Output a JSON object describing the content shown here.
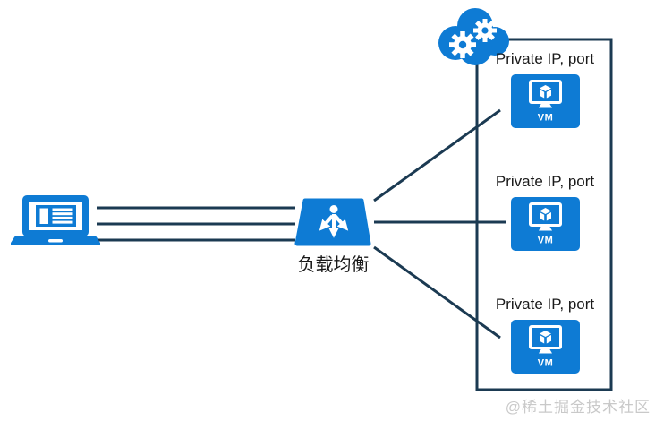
{
  "diagram": {
    "client": {
      "icon": "laptop-icon"
    },
    "load_balancer": {
      "label": "负载均衡",
      "icon": "load-balancer-icon"
    },
    "cloud": {
      "icon": "cloud-gears-icon"
    },
    "backend_pool": {
      "vms": [
        {
          "label": "Private IP, port",
          "badge": "VM"
        },
        {
          "label": "Private IP, port",
          "badge": "VM"
        },
        {
          "label": "Private IP, port",
          "badge": "VM"
        }
      ]
    },
    "watermark": "@稀土掘金技术社区"
  },
  "colors": {
    "azure_blue": "#0e7bd4",
    "wire_navy": "#1b3a52",
    "label_text": "#1a1a1a",
    "watermark_gray": "#c9c9c9",
    "background": "#ffffff"
  }
}
